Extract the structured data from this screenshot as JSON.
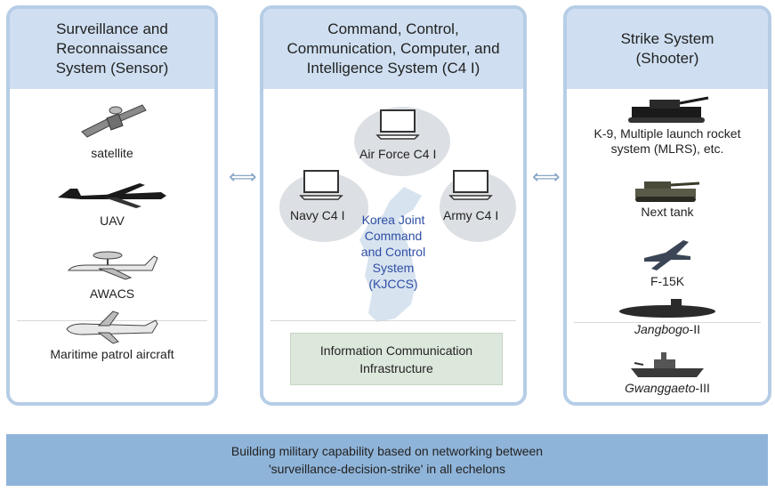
{
  "left_panel": {
    "title_lines": [
      "Surveillance and",
      "Reconnaissance",
      "System (Sensor)"
    ],
    "items": [
      {
        "label": "satellite",
        "icon": "satellite-icon"
      },
      {
        "label": "UAV",
        "icon": "uav-icon"
      },
      {
        "label": "AWACS",
        "icon": "awacs-icon"
      },
      {
        "label": "Maritime patrol aircraft",
        "icon": "patrol-aircraft-icon"
      }
    ]
  },
  "middle_panel": {
    "title_lines": [
      "Command, Control,",
      "Communication, Computer, and",
      "Intelligence System (C4 I)"
    ],
    "nodes": {
      "air": "Air Force C4 I",
      "navy": "Navy C4 I",
      "army": "Army C4 I"
    },
    "kjccs_lines": [
      "Korea Joint",
      "Command",
      "and Control",
      "System",
      "(KJCCS)"
    ],
    "infra_lines": [
      "Information Communication",
      "Infrastructure"
    ]
  },
  "right_panel": {
    "title_lines": [
      "Strike System",
      "(Shooter)"
    ],
    "items": [
      {
        "label_lines": [
          "K-9, Multiple launch rocket",
          "system (MLRS), etc."
        ],
        "icon": "artillery-icon"
      },
      {
        "label": "Next tank",
        "icon": "tank-icon"
      },
      {
        "label": "F-15K",
        "icon": "fighter-jet-icon"
      },
      {
        "label_italic": "Jangbogo",
        "label_suffix": "-II",
        "icon": "submarine-icon"
      },
      {
        "label_italic": "Gwanggaeto",
        "label_suffix": "-III",
        "icon": "warship-icon"
      }
    ]
  },
  "arrows": {
    "glyph": "⟺"
  },
  "bottom_bar": {
    "lines": [
      "Building military capability based on networking between",
      "'surveillance-decision-strike' in all echelons"
    ]
  },
  "colors": {
    "panel_border": "#b6cde6",
    "panel_header": "#cfdff1",
    "bottom_bar": "#8fb4d9",
    "infra_box": "#dde8dc",
    "kjccs_text": "#2f4fa6"
  }
}
